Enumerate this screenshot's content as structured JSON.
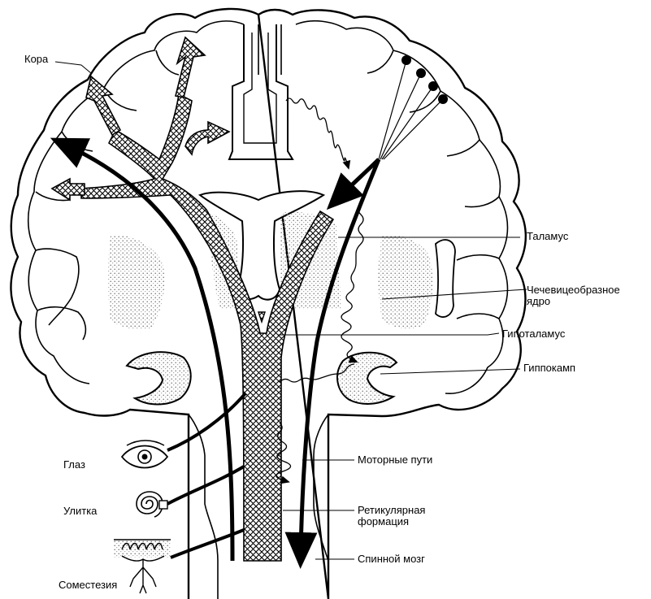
{
  "labels": {
    "cortex": "Кора",
    "thalamus": "Таламус",
    "lentiform_1": "Чечевицеобразное",
    "lentiform_2": "ядро",
    "hypothalamus": "Гипоталамус",
    "hippocampus": "Гиппокамп",
    "motor_pathways": "Моторные пути",
    "reticular_1": "Ретикулярная",
    "reticular_2": "формация",
    "spinal_cord": "Спинной мозг",
    "eye": "Глаз",
    "cochlea": "Улитка",
    "somesthesia": "Соместезия"
  },
  "colors": {
    "ink": "#000000",
    "paper": "#ffffff",
    "stipple": "#b8b8b8"
  }
}
